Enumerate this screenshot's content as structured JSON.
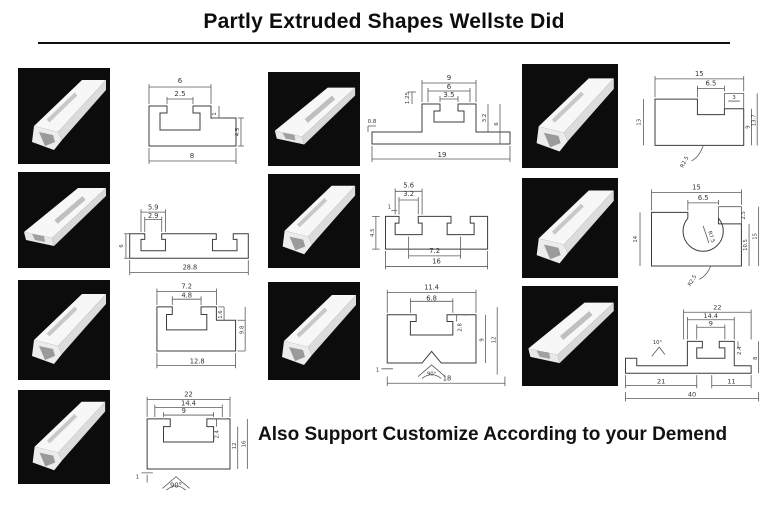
{
  "page": {
    "title": "Partly Extruded Shapes Wellste Did",
    "footer_note": "Also Support Customize According to your Demend"
  },
  "items": [
    {
      "id": "t-slot-channel",
      "dims": {
        "d1": "6",
        "d2": "2.5",
        "d3": "8",
        "d4": "1",
        "d5": "4.5"
      }
    },
    {
      "id": "flat-t-track-rail",
      "dims": {
        "d1": "9",
        "d2": "6",
        "d3": "3.5",
        "d4": "1.25",
        "d5": "19",
        "d6": "3.2",
        "d7": "6",
        "d8": "0.8"
      }
    },
    {
      "id": "block-with-corner-slot",
      "dims": {
        "d1": "15",
        "d2": "6.5",
        "d3": "3",
        "d4": "13",
        "d5": "9",
        "d6": "13.7",
        "d7": "R2.5"
      }
    },
    {
      "id": "wide-double-slot-plate",
      "dims": {
        "d1": "5.9",
        "d2": "2.9",
        "d3": "6",
        "d4": "28.8"
      }
    },
    {
      "id": "double-t-slot-block",
      "dims": {
        "d1": "5.6",
        "d2": "3.2",
        "d3": "4.5",
        "d4": "1",
        "d5": "7.2",
        "d6": "16"
      }
    },
    {
      "id": "round-cavity-block",
      "dims": {
        "d1": "15",
        "d2": "6.5",
        "d3": "14",
        "d4": "2.5",
        "d5": "10.5",
        "d6": "15",
        "d7": "R7.5",
        "d8": "R2.5"
      }
    },
    {
      "id": "stepped-channel",
      "dims": {
        "d1": "7.2",
        "d2": "4.8",
        "d3": "12.8",
        "d4": "1.6",
        "d5": "9.8"
      }
    },
    {
      "id": "v-groove-block",
      "dims": {
        "d1": "11.4",
        "d2": "6.8",
        "d3": "2.8",
        "d4": "9",
        "d5": "12",
        "d6": "1",
        "d7": "90°",
        "d8": "18"
      }
    },
    {
      "id": "flanged-t-track",
      "dims": {
        "d1": "22",
        "d2": "14.4",
        "d3": "9",
        "d4": "10°",
        "d5": "2.4",
        "d6": "8",
        "d7": "21",
        "d8": "11",
        "d9": "40"
      }
    },
    {
      "id": "large-t-slot-channel",
      "dims": {
        "d1": "22",
        "d2": "14.4",
        "d3": "9",
        "d4": "2.4",
        "d5": "12",
        "d6": "16",
        "d7": "1",
        "d8": "90°"
      }
    }
  ]
}
